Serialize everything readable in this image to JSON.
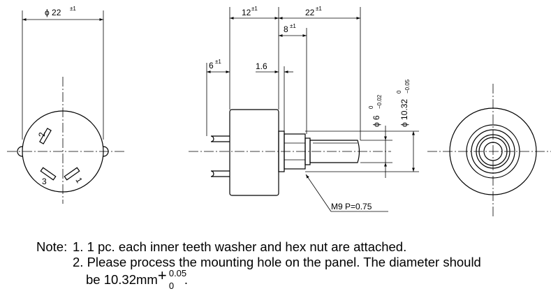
{
  "front_view": {
    "dia_label": "ϕ 22",
    "dia_tol": "±1",
    "terminals": [
      "1",
      "2",
      "3"
    ]
  },
  "side_view": {
    "dim_12": "12",
    "dim_12_tol": "±1",
    "dim_22": "22",
    "dim_22_tol": "±1",
    "dim_8": "8",
    "dim_8_tol": "±1",
    "dim_6": "6",
    "dim_6_tol": "±1",
    "dim_1_6": "1.6",
    "shaft_dia": "ϕ 6",
    "shaft_dia_upper": "0",
    "shaft_dia_lower": "−0.02",
    "bushing_dia": "ϕ 10.32",
    "bushing_dia_upper": "0",
    "bushing_dia_lower": "−0.05",
    "thread_label": "M9  P=0.75"
  },
  "notes": {
    "prefix": "Note:",
    "item1": "1. 1 pc. each inner teeth washer and hex nut are attached.",
    "item2": "2. Please process the mounting hole on the panel. The diameter should",
    "item2_cont_a": "be 10.32mm",
    "item2_tol_sign": "+",
    "item2_tol_upper": "0.05",
    "item2_tol_lower": "0",
    "item2_cont_b": "."
  }
}
